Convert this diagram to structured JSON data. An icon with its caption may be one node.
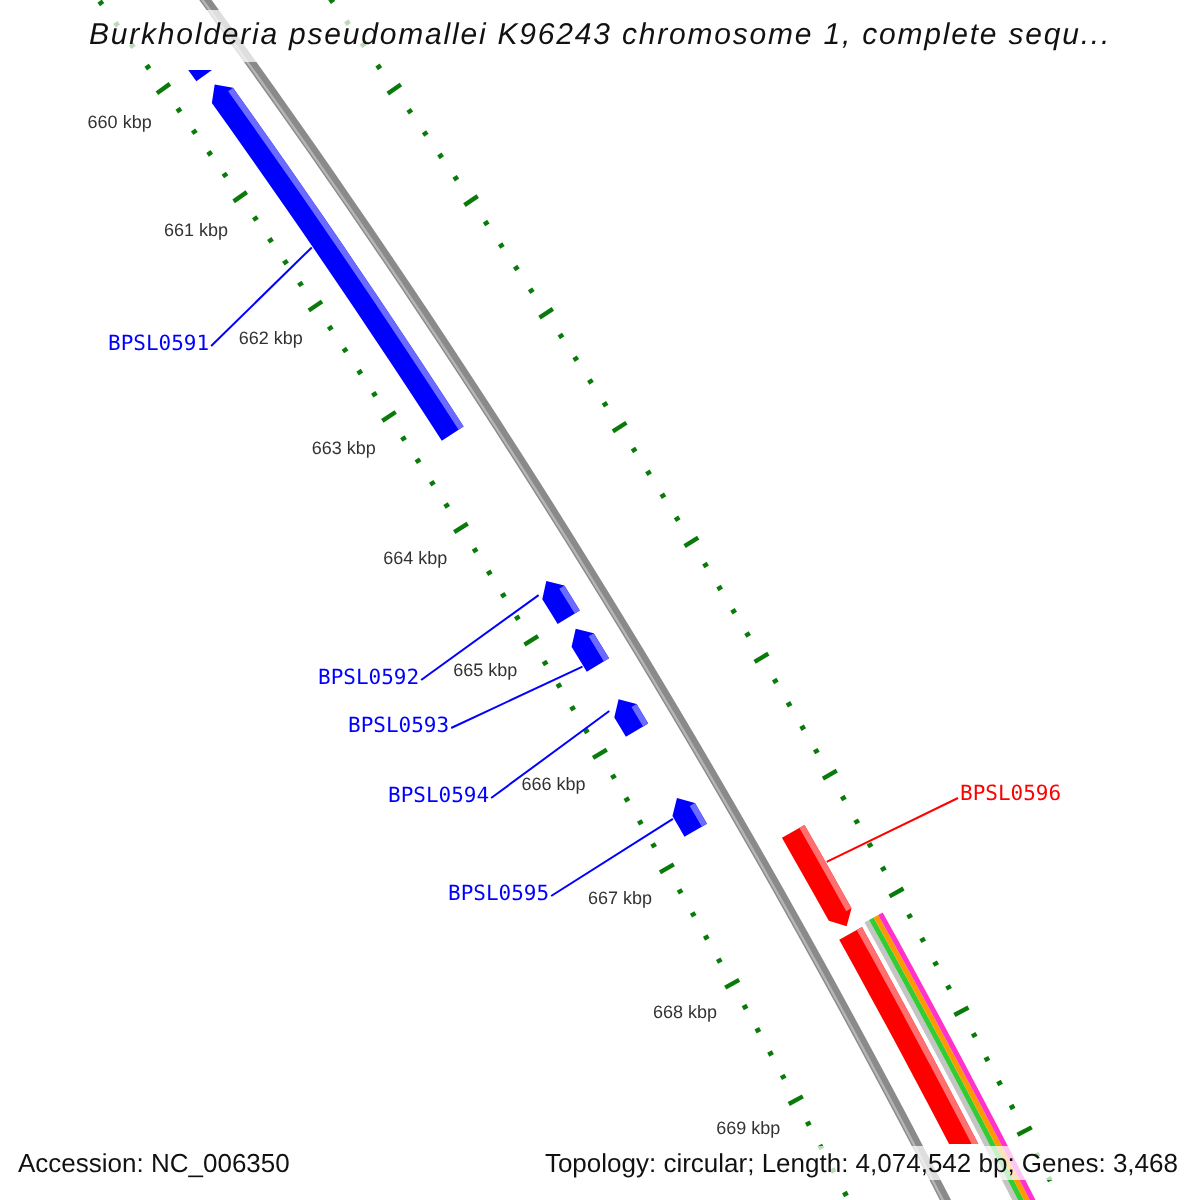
{
  "diagram": {
    "title": "Burkholderia pseudomallei K96243 chromosome 1, complete sequ...",
    "nodes": [
      {
        "text": [
          "BPSL0591"
        ]
      },
      {
        "text": [
          "BPSL0592"
        ]
      },
      {
        "text": [
          "BPSL0593"
        ]
      },
      {
        "text": [
          "BPSL0594"
        ]
      },
      {
        "text": [
          "BPSL0595"
        ]
      },
      {
        "text": [
          "BPSL0596"
        ]
      },
      {
        "text": [],
        "shape": "arrow"
      },
      {
        "text": [],
        "shape": "arrow"
      },
      {
        "text": [],
        "shape": "arrow"
      },
      {
        "text": [],
        "shape": "arrow"
      },
      {
        "text": [],
        "shape": "arrow"
      },
      {
        "text": [],
        "shape": "arrow"
      },
      {
        "text": [],
        "shape": "arrow"
      },
      {
        "text": [],
        "shape": "arrow"
      }
    ],
    "edges": [
      {
        "from": 0,
        "to": 7,
        "arrow": "none"
      },
      {
        "from": 1,
        "to": 8,
        "arrow": "none"
      },
      {
        "from": 2,
        "to": 9,
        "arrow": "none"
      },
      {
        "from": 3,
        "to": 10,
        "arrow": "none"
      },
      {
        "from": 4,
        "to": 11,
        "arrow": "none"
      },
      {
        "from": 5,
        "to": 12,
        "arrow": "none",
        "color": "#ff0000"
      }
    ],
    "labels": [
      "660 kbp",
      "661 kbp",
      "662 kbp",
      "663 kbp",
      "664 kbp",
      "665 kbp",
      "666 kbp",
      "667 kbp",
      "668 kbp",
      "669 kbp",
      "Accession: NC_006350",
      "Topology: circular; Length: 4,074,542 bp; Genes: 3,468"
    ]
  }
}
